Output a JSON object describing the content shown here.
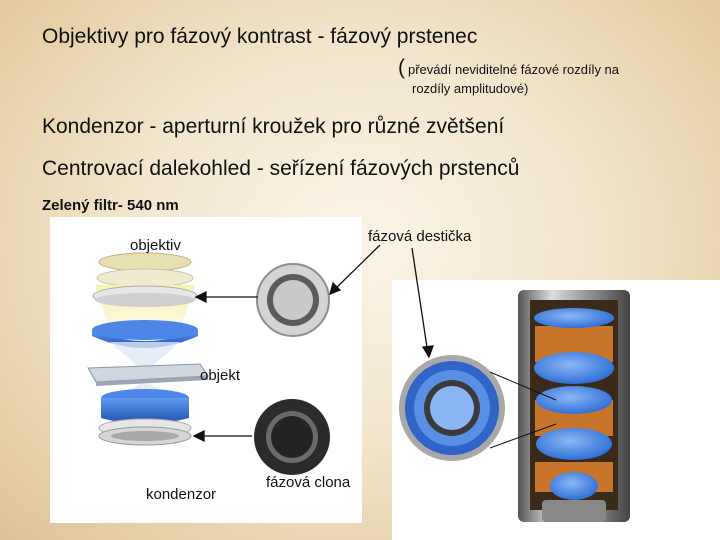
{
  "lines": {
    "objectives": "Objektivy pro fázový kontrast - fázový prstenec",
    "note_paren": "(",
    "note_line1": "převádí neviditelné fázové rozdíly na",
    "note_line2": "rozdíly amplitudové)",
    "condenser": "Kondenzor - aperturní kroužek pro různé zvětšení",
    "telescope": "Centrovací dalekohled - seřízení fázových prstenců",
    "filter": "Zelený filtr- 540 nm"
  },
  "labels": {
    "objective": "objektiv",
    "phase_plate": "fázová destička",
    "object": "objekt",
    "condenser": "kondenzor",
    "phase_stop": "fázová clona"
  },
  "colors": {
    "lens_blue": "#2f6fd8",
    "ring_gray": "#b9b9b9",
    "dark_disc": "#2b2b2b",
    "background": "#f3e6cd"
  }
}
